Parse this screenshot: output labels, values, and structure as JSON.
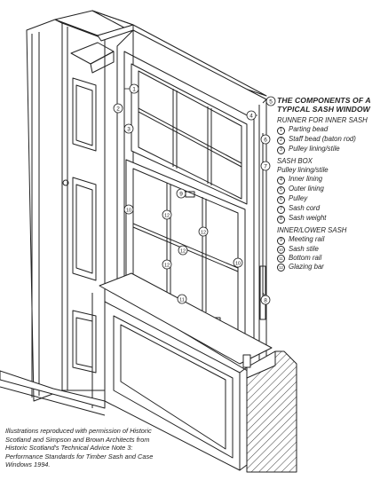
{
  "title": "THE COMPONENTS OF A TYPICAL SASH WINDOW",
  "groups": [
    {
      "heading": "RUNNER FOR INNER SASH",
      "items": [
        {
          "num": "1",
          "label": "Parting bead"
        },
        {
          "num": "2",
          "label": "Staff bead (baton rod)"
        },
        {
          "num": "3",
          "label": "Pulley lining/stile"
        }
      ]
    },
    {
      "heading": "SASH BOX",
      "subheading": "Pulley lining/stile",
      "items": [
        {
          "num": "4",
          "label": "Inner lining"
        },
        {
          "num": "5",
          "label": "Outer lining"
        },
        {
          "num": "6",
          "label": "Pulley"
        },
        {
          "num": "7",
          "label": "Sash cord"
        },
        {
          "num": "8",
          "label": "Sash weight"
        }
      ]
    },
    {
      "heading": "INNER/LOWER SASH",
      "items": [
        {
          "num": "9",
          "label": "Meeting rail"
        },
        {
          "num": "10",
          "label": "Sash stile"
        },
        {
          "num": "11",
          "label": "Bottom rail"
        },
        {
          "num": "12",
          "label": "Glazing bar"
        }
      ]
    }
  ],
  "credit": "Illustrations reproduced with permission of Historic Scotland and Simpson and Brown Architects from Historic Scotland's Technical Advice Note 3: Performance Standards for Timber Sash and Case Windows 1994.",
  "callouts": [
    "1",
    "2",
    "3",
    "4",
    "5",
    "6",
    "7",
    "8",
    "9",
    "10",
    "10",
    "11",
    "12",
    "12",
    "12",
    "12"
  ],
  "colors": {
    "ink": "#222222",
    "paper": "#ffffff",
    "hatch": "#444444"
  }
}
